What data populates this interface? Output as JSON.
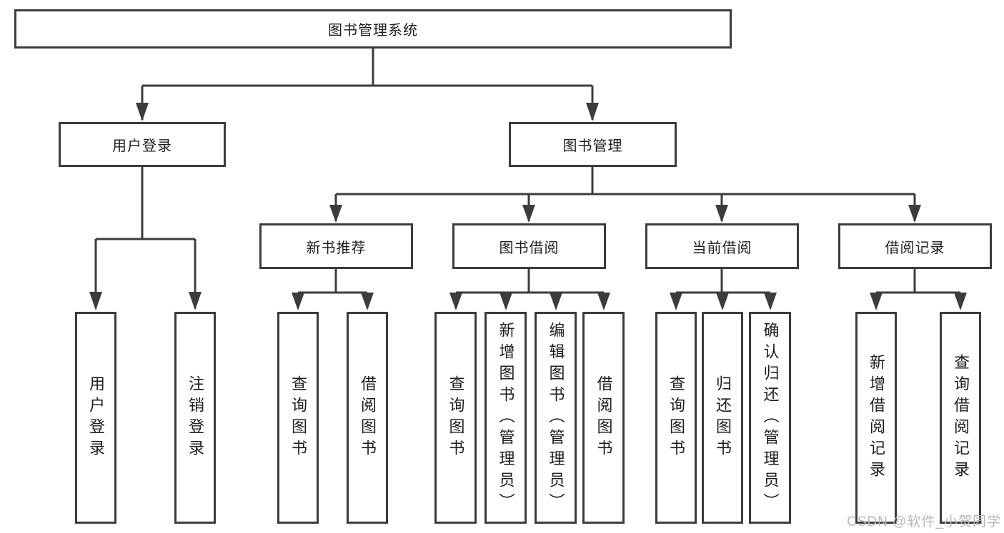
{
  "colors": {
    "background": "#ffffff",
    "line": "#3c3c3c",
    "box-border": "#3c3c3c",
    "text": "#1e1e1e",
    "watermark": "#b8b8b8"
  },
  "tree": {
    "root": "图书管理系统",
    "branches": [
      {
        "label": "用户登录",
        "children": [
          "用户登录",
          "注销登录"
        ]
      },
      {
        "label": "图书管理",
        "sections": [
          {
            "label": "新书推荐",
            "children": [
              "查询图书",
              "借阅图书"
            ]
          },
          {
            "label": "图书借阅",
            "children": [
              "查询图书",
              "新增图书（管理员）",
              "编辑图书（管理员）",
              "借阅图书"
            ]
          },
          {
            "label": "当前借阅",
            "children": [
              "查询图书",
              "归还图书",
              "确认归还（管理员）"
            ]
          },
          {
            "label": "借阅记录",
            "children": [
              "新增借阅记录",
              "查询借阅记录"
            ]
          }
        ]
      }
    ]
  },
  "watermark": "CSDN @软件_小贺同学"
}
